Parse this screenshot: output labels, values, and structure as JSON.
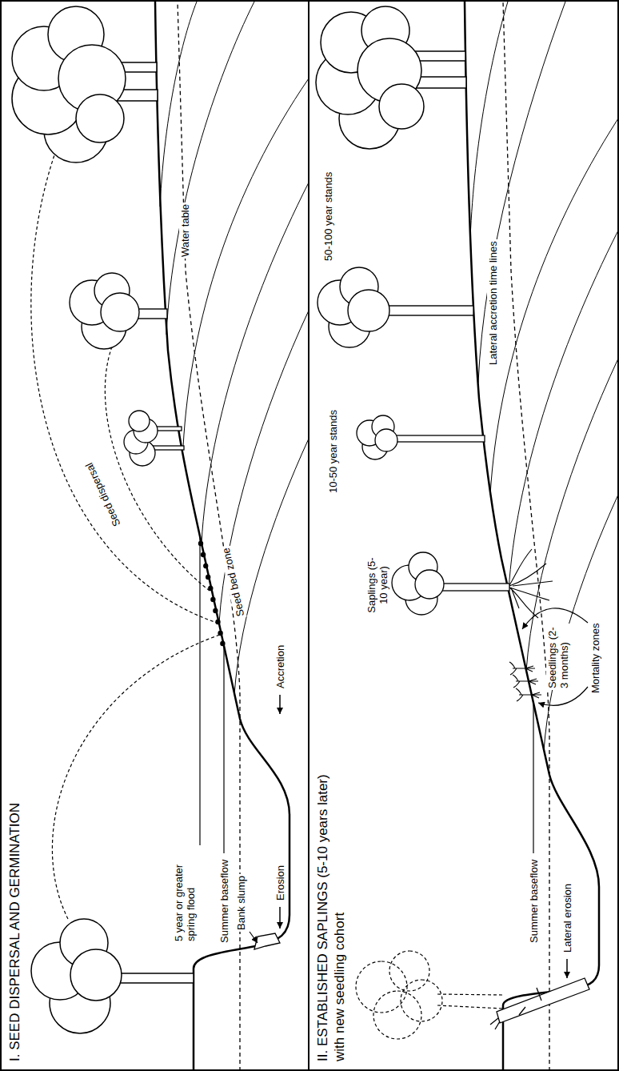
{
  "diagram": {
    "nodes": [
      {
        "text": [
          "I. SEED DISPERSAL AND GERMINATION"
        ]
      },
      {
        "text": [
          "II. ESTABLISHED SAPLINGS (5-10 years later)",
          "with new seedling cohort"
        ]
      }
    ],
    "labels": [
      "Seed dispersal",
      "Seed bed zone",
      "Water table",
      "5 year or greater spring flood",
      "Summer baseflow",
      "Bank slump",
      "Erosion",
      "Accretion",
      "50-100 year stands",
      "10-50 year stands",
      "Saplings (5-10 year)",
      "Lateral accretion time lines",
      "Seedlings (2-3 months)",
      "Mortality zones",
      "Summer baseflow",
      "Lateral erosion"
    ]
  }
}
